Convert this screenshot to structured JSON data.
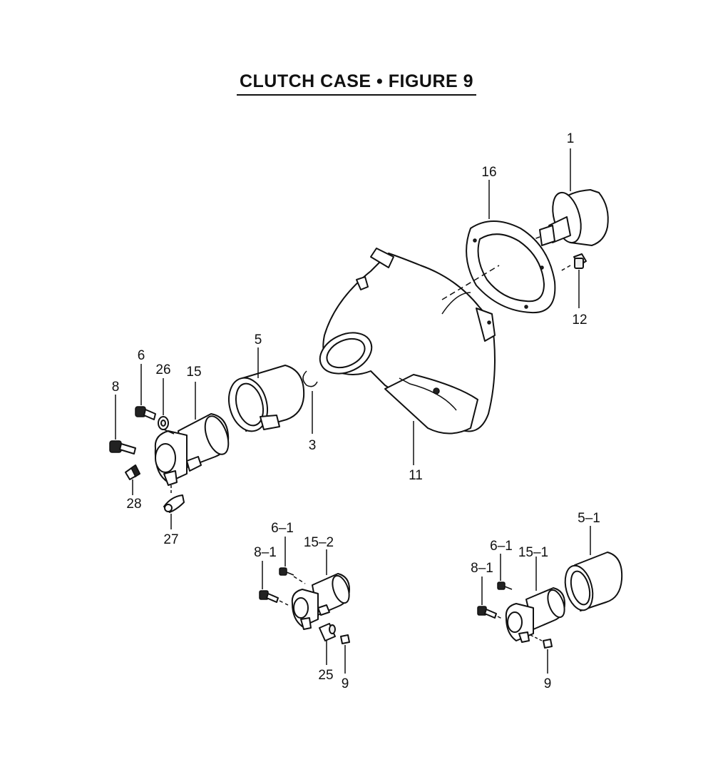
{
  "title": "CLUTCH CASE  •  FIGURE 9",
  "callouts": {
    "c1": "1",
    "c16": "16",
    "c12": "12",
    "c5": "5",
    "c3": "3",
    "c11": "11",
    "c6": "6",
    "c26": "26",
    "c15": "15",
    "c8": "8",
    "c28": "28",
    "c27": "27",
    "c6_1a": "6–1",
    "c15_2": "15–2",
    "c8_1a": "8–1",
    "c25": "25",
    "c9a": "9",
    "c5_1": "5–1",
    "c6_1b": "6–1",
    "c15_1": "15–1",
    "c8_1b": "8–1",
    "c9b": "9"
  }
}
